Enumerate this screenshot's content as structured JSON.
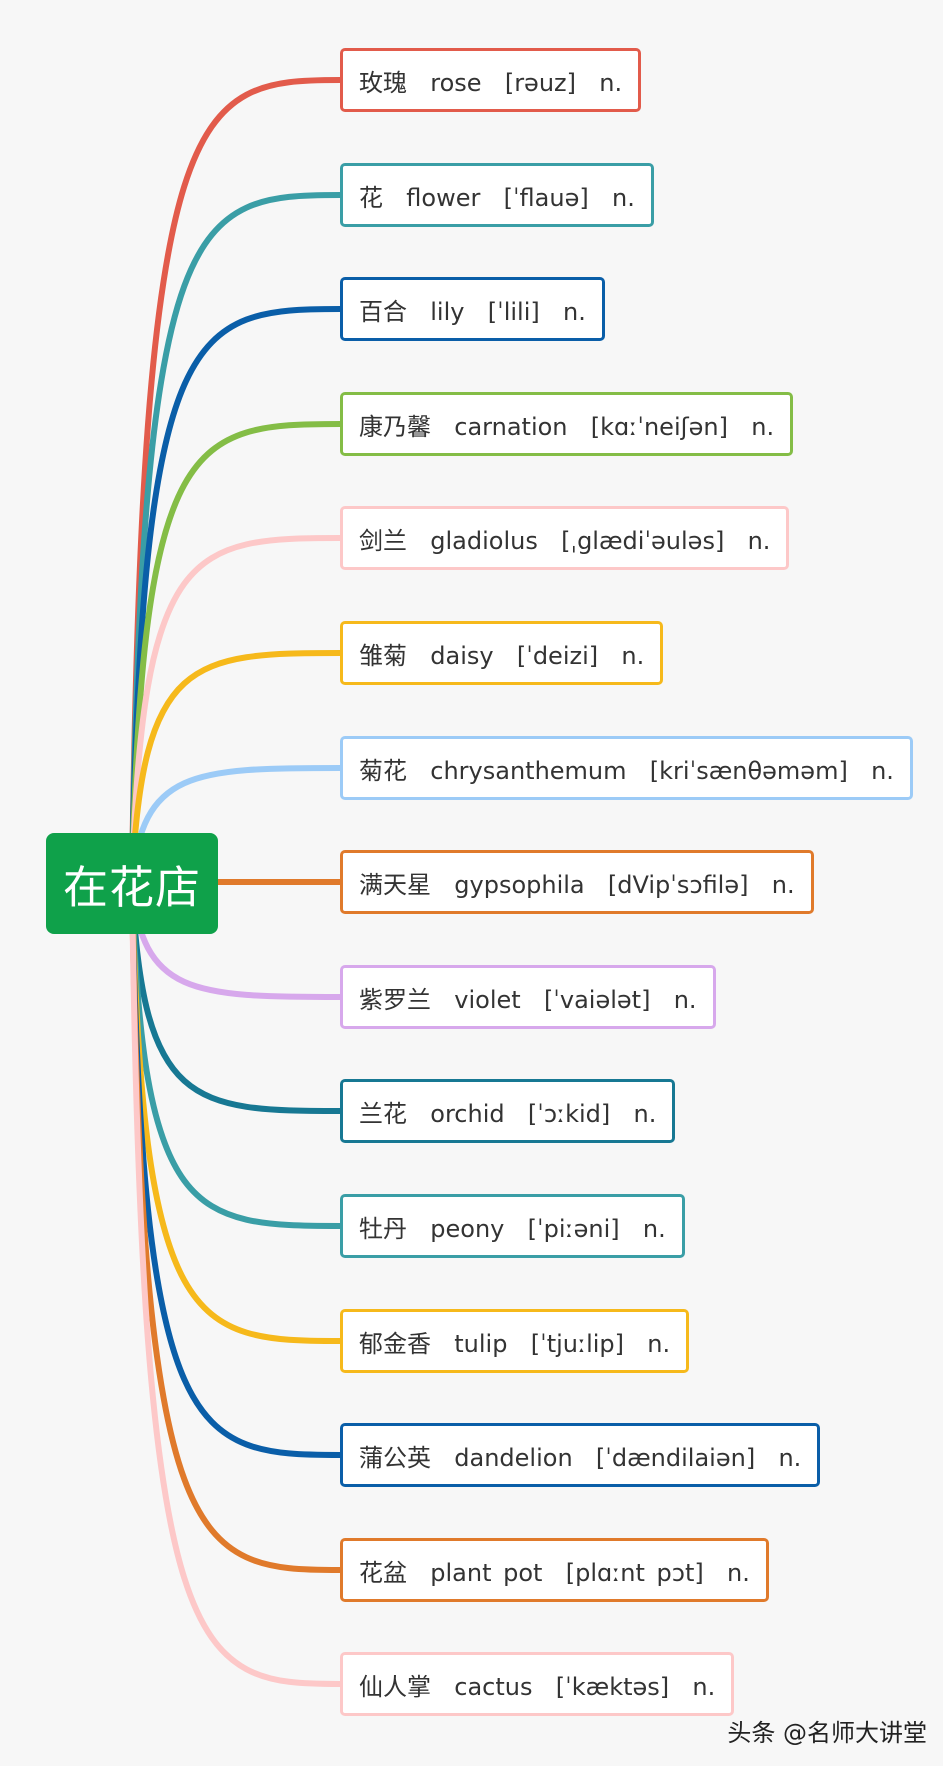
{
  "root": {
    "label": "在花店",
    "color": "#0fa14a"
  },
  "branches": [
    {
      "cn": "玫瑰",
      "en": "rose",
      "ipa": "[rəuz]",
      "pos": "n.",
      "color": "#e25b4b"
    },
    {
      "cn": "花",
      "en": "flower",
      "ipa": "[ˈflauə]",
      "pos": "n.",
      "color": "#3a9ea6"
    },
    {
      "cn": "百合",
      "en": "lily",
      "ipa": "[ˈlili]",
      "pos": "n.",
      "color": "#0a5ea8"
    },
    {
      "cn": "康乃馨",
      "en": "carnation",
      "ipa": "[kɑːˈneiʃən]",
      "pos": "n.",
      "color": "#84bd46"
    },
    {
      "cn": "剑兰",
      "en": "gladiolus",
      "ipa": "[ˌglædiˈəuləs]",
      "pos": "n.",
      "color": "#fdc8c8"
    },
    {
      "cn": "雏菊",
      "en": "daisy",
      "ipa": "[ˈdeizi]",
      "pos": "n.",
      "color": "#f6b91b"
    },
    {
      "cn": "菊花",
      "en": "chrysanthemum",
      "ipa": "[kriˈsænθəməm]",
      "pos": "n.",
      "color": "#9ccbf7"
    },
    {
      "cn": "满天星",
      "en": "gypsophila",
      "ipa": "[dVipˈsɔfilə]",
      "pos": "n.",
      "color": "#e07a2b"
    },
    {
      "cn": "紫罗兰",
      "en": "violet",
      "ipa": "[ˈvaiələt]",
      "pos": "n.",
      "color": "#d7a8ec"
    },
    {
      "cn": "兰花",
      "en": "orchid",
      "ipa": "[ˈɔːkid]",
      "pos": "n.",
      "color": "#177893"
    },
    {
      "cn": "牡丹",
      "en": "peony",
      "ipa": "[ˈpiːəni]",
      "pos": "n.",
      "color": "#3a9ea6"
    },
    {
      "cn": "郁金香",
      "en": "tulip",
      "ipa": "[ˈtjuːlip]",
      "pos": "n.",
      "color": "#f6b91b"
    },
    {
      "cn": "蒲公英",
      "en": "dandelion",
      "ipa": "[ˈdændilaiən]",
      "pos": "n.",
      "color": "#0a5ea8"
    },
    {
      "cn": "花盆",
      "en": "plant pot",
      "ipa": "[plɑːnt pɔt]",
      "pos": "n.",
      "color": "#e07a2b"
    },
    {
      "cn": "仙人掌",
      "en": "cactus",
      "ipa": "[ˈkæktəs]",
      "pos": "n.",
      "color": "#fdc8c8"
    }
  ],
  "watermark": "头条 @名师大讲堂"
}
